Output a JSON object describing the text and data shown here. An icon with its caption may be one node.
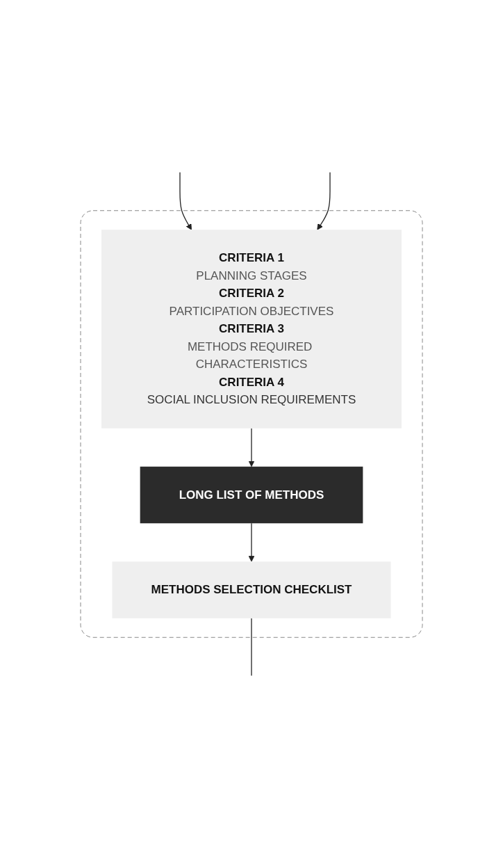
{
  "diagram": {
    "nodes": [
      {
        "text": [],
        "shape": "box"
      },
      {
        "text": [
          "CRITERIA 1",
          "PLANNING STAGES",
          "CRITERIA 2",
          "PARTICIPATION OBJECTIVES",
          "CRITERIA 3",
          "METHODS REQUIRED CHARACTERISTICS",
          "CRITERIA 4",
          "SOCIAL INCLUSION REQUIREMENTS"
        ],
        "in": 0
      },
      {
        "text": [
          "LONG LIST OF METHODS"
        ],
        "in": 0
      },
      {
        "text": [
          "METHODS SELECTION CHECKLIST"
        ],
        "in": 0
      }
    ],
    "edges": [
      {
        "from": null,
        "to": 1,
        "arrow": "to"
      },
      {
        "from": null,
        "to": 1,
        "arrow": "to"
      },
      {
        "from": 1,
        "to": 2,
        "arrow": "to"
      },
      {
        "from": 2,
        "to": 3,
        "arrow": "to"
      },
      {
        "from": 3,
        "to": null,
        "arrow": "none"
      }
    ]
  }
}
